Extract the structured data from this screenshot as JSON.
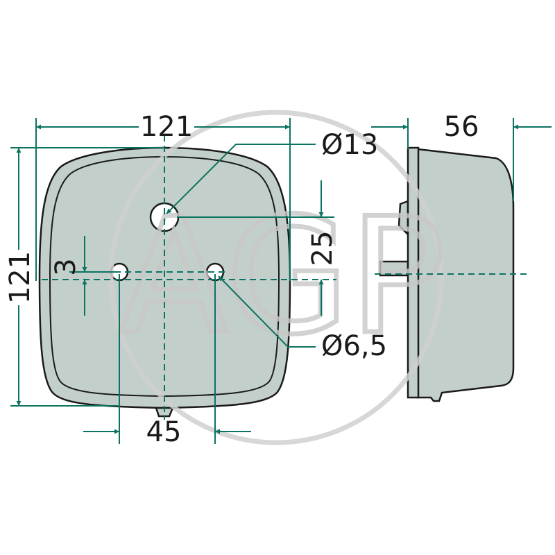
{
  "drawing": {
    "width_front": "121",
    "height_front": "121",
    "depth_side": "56",
    "large_hole_diameter": "Ø13",
    "small_hole_diameter": "Ø6,5",
    "hole_vertical_distance": "25",
    "hole_offset": "3",
    "hole_spacing": "45"
  },
  "watermark": "AGP",
  "colors": {
    "dimension": "#0b7360",
    "body": "#c3cfcb",
    "outline": "#1a1a1a"
  }
}
